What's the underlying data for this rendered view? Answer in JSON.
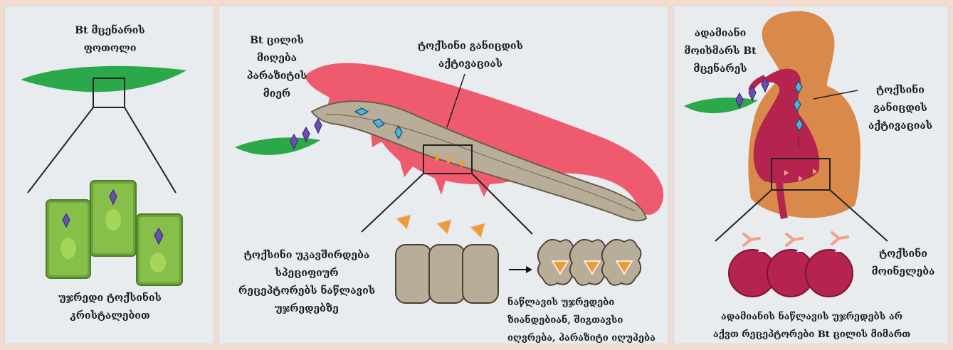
{
  "panel1": {
    "title": "Bt მცენარის\nფოთოლი",
    "caption": "უჯრედი ტოქსინის\nკრისტალებით"
  },
  "panel2": {
    "ingest": "Bt ცილის\nმიღება\nპარაზიტის\nმიერ",
    "activation": "ტოქსინი განიცდის\nაქტივაციას",
    "binding": "ტოქსინი უკავშირდება\nსპეციფიურ\nრეცეპტორებს ნაწლავის\nუჯრედებზე",
    "result": "ნაწლავის უჯრედები\nზიანდებიან, შიგთავსი\nიღვრება, პარაზიტი იღუპება"
  },
  "panel3": {
    "ingest": "ადამიანი\nმოიხმარს Bt\nმცენარეს",
    "activation": "ტოქსინი\nგანიცდის\nაქტივაციას",
    "degraded": "ტოქსინი\nმოინელება",
    "caption": "ადამიანის ნაწლავის უჯრედებს არ\nაქვთ რეცეპტორები Bt ცილის მიმართ"
  },
  "colors": {
    "leaf": "#2aa84a",
    "cell": "#7cb342",
    "crystal": "#6a4fb3",
    "toxin_active": "#4fb3e0",
    "insect_body": "#ef5b6e",
    "gut": "#b8ad99",
    "human_body": "#d98a4a",
    "human_gut": "#b5234f"
  }
}
